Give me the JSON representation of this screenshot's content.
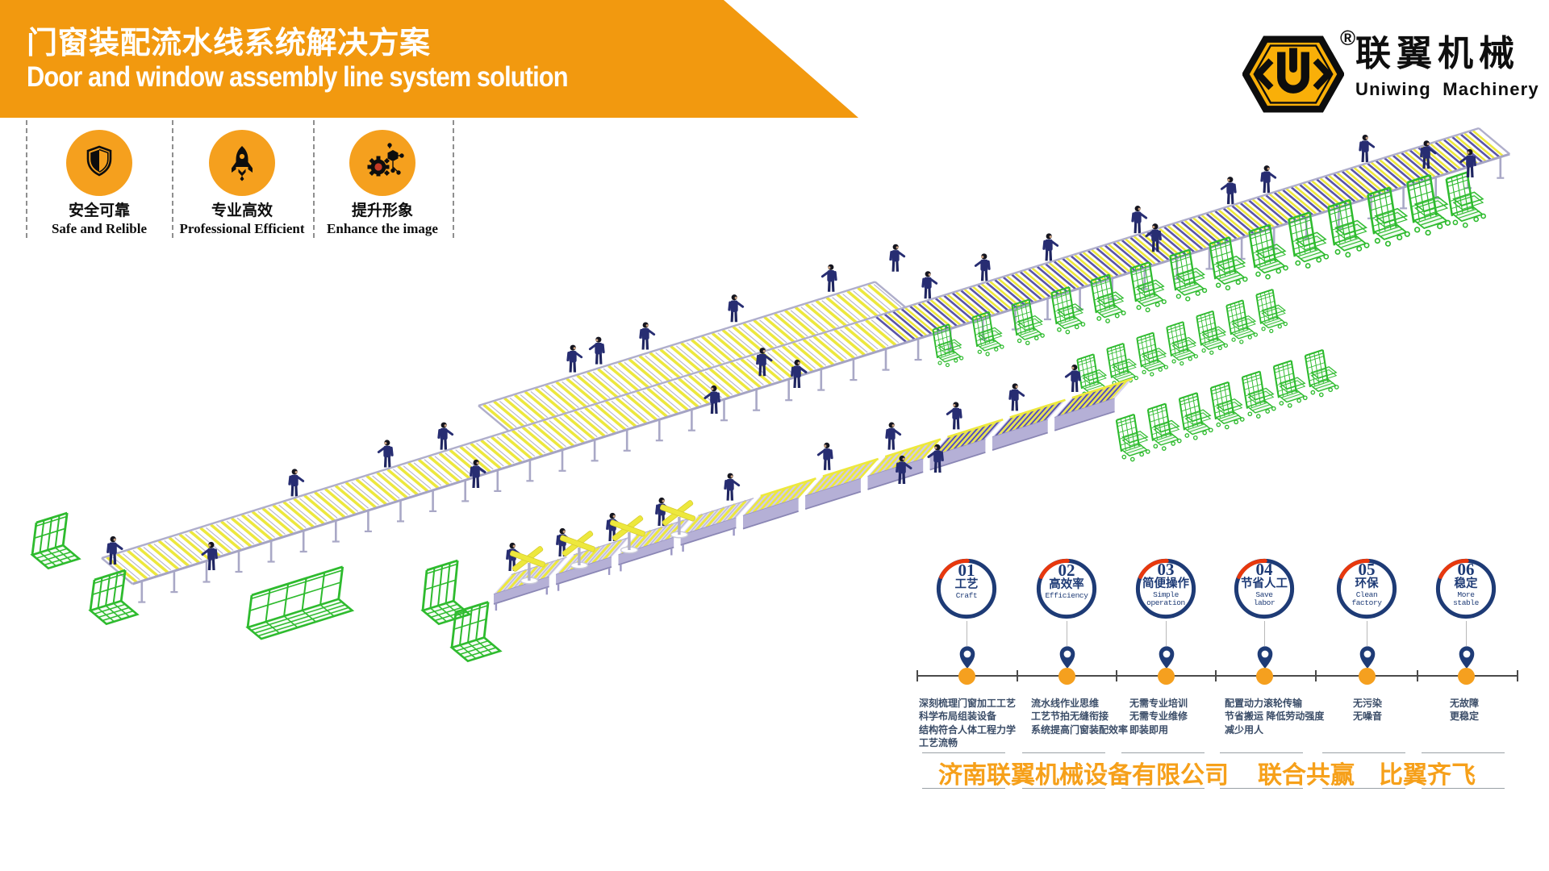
{
  "banner": {
    "title_zh": "门窗装配流水线系统解决方案",
    "title_en": "Door and window assembly line system solution",
    "bg_color": "#F2990F"
  },
  "logo": {
    "symbol": "U-hexagon",
    "reg_mark": "®",
    "name_zh": "联翼机械",
    "name_en": "Uniwing Machinery"
  },
  "features": [
    {
      "icon": "shield-icon",
      "zh": "安全可靠",
      "en": "Safe and Relible"
    },
    {
      "icon": "rocket-icon",
      "zh": "专业高效",
      "en": "Professional Efficient"
    },
    {
      "icon": "gear-network-icon",
      "zh": "提升形象",
      "en": "Enhance the image"
    }
  ],
  "timeline": {
    "steps": [
      {
        "number": "01",
        "zh": "工艺",
        "en": "Craft",
        "details": [
          "深刻梳理门窗加工工艺",
          "科学布局组装设备",
          "结构符合人体工程力学",
          "工艺流畅"
        ]
      },
      {
        "number": "02",
        "zh": "高效率",
        "en": "Efficiency",
        "details": [
          "流水线作业思维",
          "工艺节拍无缝衔接",
          "系统提高门窗装配效率"
        ]
      },
      {
        "number": "03",
        "zh": "简便操作",
        "en": "Simple operation",
        "details": [
          "无需专业培训",
          "无需专业维修",
          "即装即用"
        ]
      },
      {
        "number": "04",
        "zh": "节省人工",
        "en": "Save labor",
        "details": [
          "配置动力滚轮传输",
          "节省搬运 降低劳动强度",
          "减少用人"
        ]
      },
      {
        "number": "05",
        "zh": "环保",
        "en": "Clean factory",
        "details": [
          "无污染",
          "无噪音"
        ]
      },
      {
        "number": "06",
        "zh": "稳定",
        "en": "More stable",
        "details": [
          "无故障",
          "更稳定"
        ]
      }
    ],
    "ring_color": "#1E3B76",
    "arc_color": "#E8380D",
    "dot_color": "#F5A01F"
  },
  "footer": {
    "company": "济南联翼机械设备有限公司",
    "slogan_1": "联合共赢",
    "slogan_2": "比翼齐飞"
  },
  "scene": {
    "description": "isometric door and window assembly line with roller conveyors, assembly tables, workers, glass racks and wire carts",
    "colors": {
      "roller_yellow": "#EDE83D",
      "roller_indigo": "#5B55A8",
      "frame_gray": "#AFAECB",
      "leg_gray": "#A9A8C6",
      "table_side": "#B5B0D6",
      "table_deck": "#CBC7E8",
      "rack_green": "#2EBB2E",
      "worker_navy": "#272D72",
      "worker_dark": "#1F2560"
    }
  }
}
